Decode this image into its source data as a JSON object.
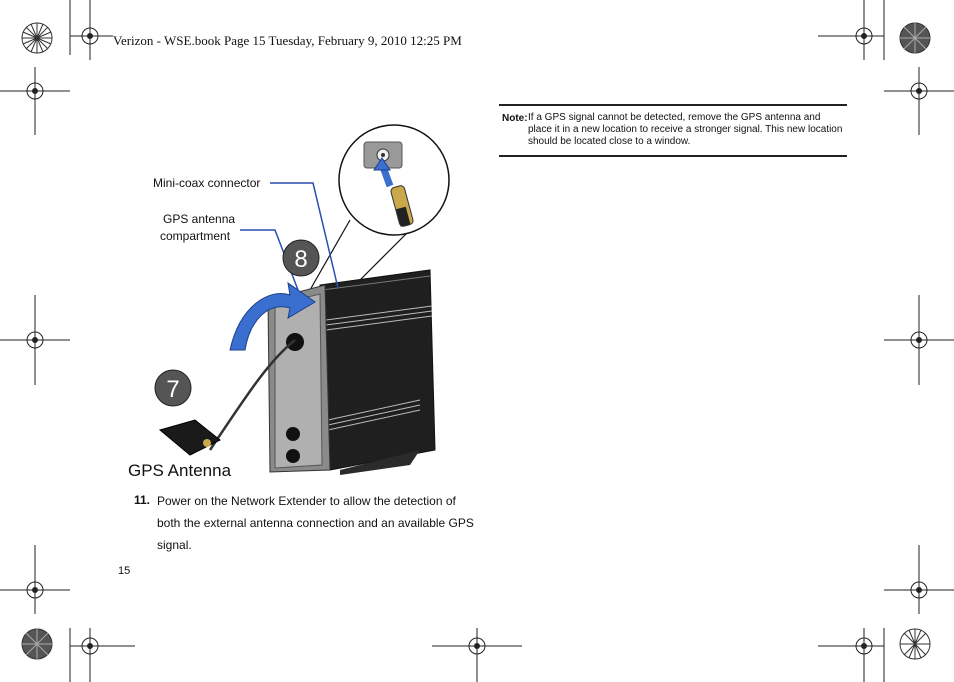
{
  "header": {
    "running_head": "Verizon - WSE.book  Page 15  Tuesday, February 9, 2010  12:25 PM"
  },
  "note": {
    "label": "Note:",
    "text": "If a GPS signal cannot be detected, remove the GPS antenna and place it in a new location to receive a stronger signal. This new location should be located close to a window."
  },
  "figure": {
    "label_connector": "Mini-coax connector",
    "label_compartment_line1": "GPS antenna",
    "label_compartment_line2": "compartment",
    "step_badge_8": "8",
    "step_badge_7": "7",
    "caption": "GPS Antenna",
    "colors": {
      "leader": "#2a4fb0",
      "arrow": "#3a6fd0",
      "badge": "#555555"
    }
  },
  "step": {
    "number": "11.",
    "text": "Power on the Network Extender to allow the detection of both the external antenna connection and an available GPS signal."
  },
  "page_number": "15"
}
